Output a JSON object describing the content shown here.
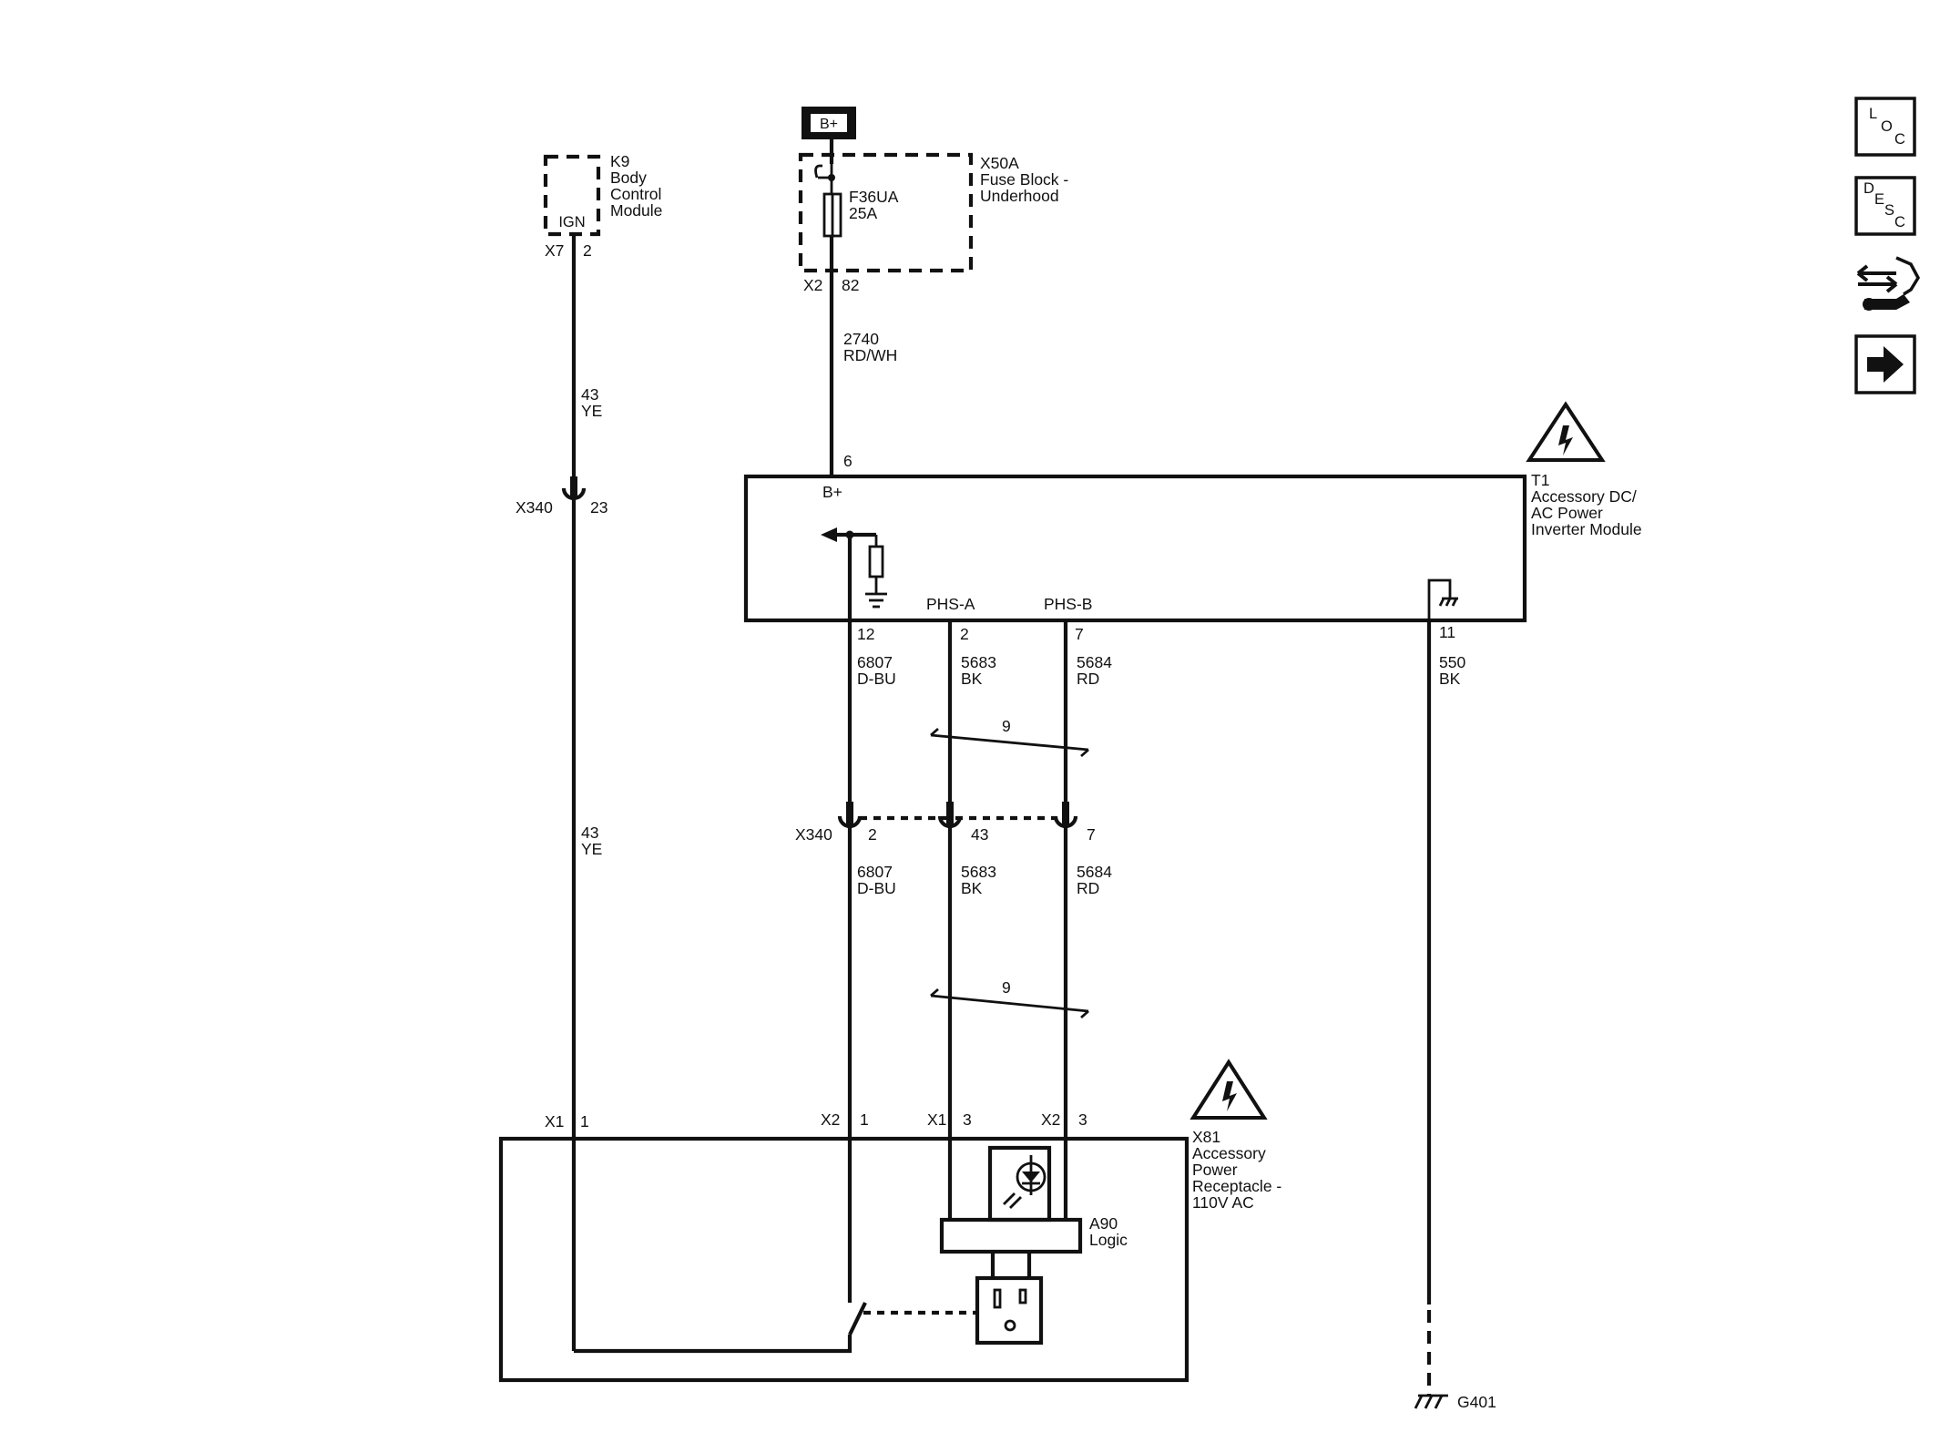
{
  "battery": {
    "label": "B+"
  },
  "fuse_block": {
    "id": "X50A",
    "name_line1": "Fuse Block -",
    "name_line2": "Underhood",
    "fuse_id": "F36UA",
    "fuse_rating": "25A",
    "connector": "X2",
    "pin": "82"
  },
  "bcm": {
    "id": "K9",
    "name_line1": "Body",
    "name_line2": "Control",
    "name_line3": "Module",
    "pin_label": "IGN",
    "connector": "X7",
    "pin": "2"
  },
  "wires": {
    "ign": {
      "circuit": "43",
      "color": "YE"
    },
    "bplus": {
      "circuit": "2740",
      "color": "RD/WH"
    },
    "signal": {
      "circuit": "6807",
      "color": "D-BU"
    },
    "phs_a": {
      "circuit": "5683",
      "color": "BK"
    },
    "phs_b": {
      "circuit": "5684",
      "color": "RD"
    },
    "ground": {
      "circuit": "550",
      "color": "BK"
    },
    "twist_label": "9"
  },
  "inline_connector": {
    "id": "X340",
    "pin_ign": "23",
    "pin_signal": "2",
    "pin_phs_a": "43",
    "pin_phs_b": "7"
  },
  "inverter": {
    "id": "T1",
    "name_line1": "Accessory DC/",
    "name_line2": "AC Power",
    "name_line3": "Inverter Module",
    "bplus_label": "B+",
    "phs_a_label": "PHS-A",
    "phs_b_label": "PHS-B",
    "pin_bplus": "6",
    "pin_signal": "12",
    "pin_phs_a": "2",
    "pin_phs_b": "7",
    "pin_ground": "11"
  },
  "receptacle": {
    "id": "X81",
    "name_line1": "Accessory",
    "name_line2": "Power",
    "name_line3": "Receptacle -",
    "name_line4": "110V AC",
    "conn_x1": "X1",
    "conn_x2": "X2",
    "pin_ign": "1",
    "pin_signal": "1",
    "pin_phs_a": "3",
    "pin_phs_b": "3",
    "logic_id": "A90",
    "logic_name": "Logic"
  },
  "ground": {
    "id": "G401"
  },
  "nav": {
    "loc": {
      "l1": "L",
      "l2": "O",
      "l3": "C",
      "icon": "location-icon"
    },
    "desc": {
      "l1": "D",
      "l2": "E",
      "l3": "S",
      "l4": "C",
      "icon": "description-icon"
    },
    "connector_icon": "connector-repair-icon",
    "next_icon": "arrow-right-icon"
  },
  "colors": {
    "line": "#111111",
    "background": "#ffffff"
  }
}
